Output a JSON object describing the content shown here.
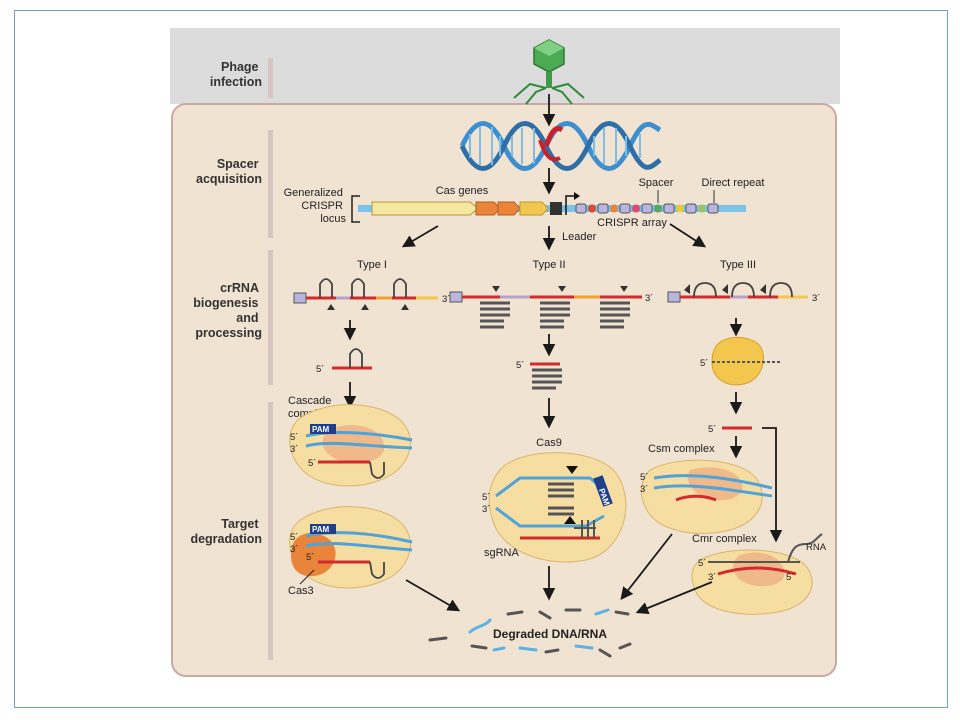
{
  "stages": {
    "phage": [
      "Phage",
      "infection"
    ],
    "spacer": [
      "Spacer",
      "acquisition"
    ],
    "crrna": [
      "crRNA",
      "biogenesis",
      "and",
      "processing"
    ],
    "target": [
      "Target",
      "degradation"
    ]
  },
  "locus": {
    "name": [
      "Generalized",
      "CRISPR",
      "locus"
    ],
    "cas_genes": "Cas genes",
    "spacer": "Spacer",
    "direct_repeat": "Direct repeat",
    "crispr_array": "CRISPR array",
    "leader": "Leader"
  },
  "types": {
    "type1": "Type I",
    "type2": "Type II",
    "type3": "Type III"
  },
  "ends": {
    "five": "5´",
    "three": "3´"
  },
  "complexes": {
    "cascade": [
      "Cascade",
      "complex"
    ],
    "cas9": "Cas9",
    "csm": "Csm complex",
    "cmr": "Cmr complex",
    "cas3": "Cas3",
    "sgrna": "sgRNA",
    "pam": "PAM",
    "rna": "RNA"
  },
  "result": "Degraded DNA/RNA",
  "colors": {
    "panel": "#f1e3d2",
    "panel_border": "#c9a9a3",
    "strip": "#dcdcdc",
    "dna_blue": "#4fa3d9",
    "crrna_red": "#d22b2b",
    "orange": "#e9853a",
    "yellow": "#f3c64e",
    "lilac": "#b9b5de"
  }
}
